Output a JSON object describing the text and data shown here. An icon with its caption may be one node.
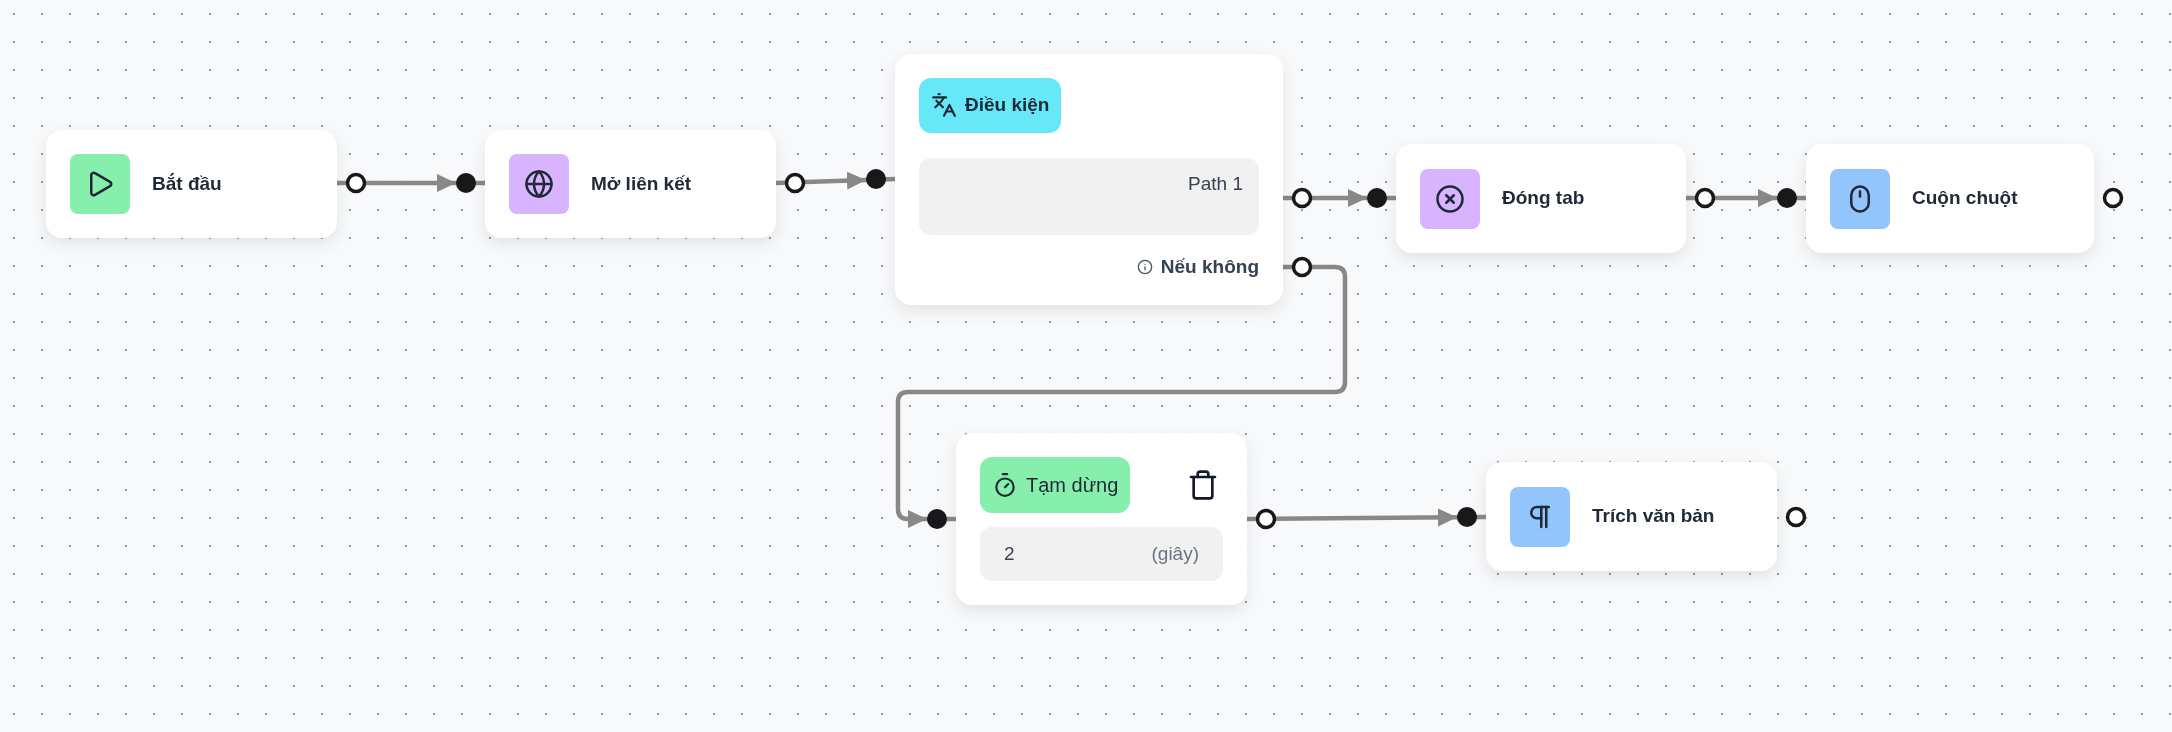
{
  "diagram": {
    "nodes": [
      {
        "text": [
          "Bắt đầu"
        ]
      },
      {
        "text": [
          "Mở liên kết"
        ]
      },
      {
        "text": [
          "Điều kiện",
          "Path 1",
          "Nếu không"
        ]
      },
      {
        "text": [
          "Đóng tab"
        ]
      },
      {
        "text": [
          "Cuộn chuột"
        ]
      },
      {
        "text": [
          "Tạm dừng",
          "2",
          "(giây)"
        ]
      },
      {
        "text": [
          "Trích văn bản"
        ]
      }
    ],
    "edges": [
      {
        "from": 0,
        "to": 1,
        "arrow": "to"
      },
      {
        "from": 1,
        "to": 2,
        "arrow": "to"
      },
      {
        "from": 2,
        "to": 3,
        "arrow": "to"
      },
      {
        "from": 3,
        "to": 4,
        "arrow": "to"
      },
      {
        "from": 2,
        "to": 5,
        "arrow": "to"
      },
      {
        "from": 5,
        "to": 6,
        "arrow": "to"
      }
    ]
  }
}
